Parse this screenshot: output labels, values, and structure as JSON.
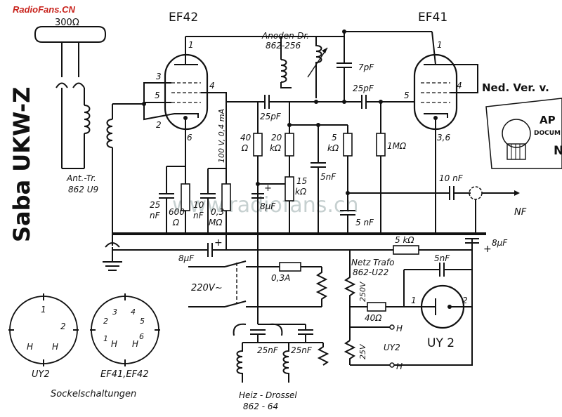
{
  "watermark": "RadioFans.CN",
  "ghost_watermark": "www.radiofans.cn",
  "title_vertical": "Saba UKW-Z",
  "tubes": {
    "ef42": "EF42",
    "ef41": "EF41",
    "uy2": "UY 2",
    "ef42_pins": {
      "p1": "1",
      "p3": "3",
      "p4": "4",
      "p5": "5",
      "p2": "2",
      "p6": "6"
    },
    "ef41_pins": {
      "p1": "1",
      "p4": "4",
      "p5": "5",
      "p36": "3,6"
    },
    "uy2_pins": {
      "p1": "1",
      "p2": "2"
    }
  },
  "antenna": {
    "ohm": "300Ω",
    "tr_name": "Ant.-Tr.",
    "tr_part": "862 U9"
  },
  "anode_choke": {
    "name": "Anoden-Dr.",
    "part": "862-256"
  },
  "ned_label": "Ned. Ver. v.",
  "stamp": {
    "l1": "AP",
    "l2": "DOCUM",
    "l3": "N"
  },
  "components": {
    "c_7pf": "7pF",
    "c_25pf_left": "25pF",
    "c_25pf_right": "25pF",
    "r_40": "40",
    "r_40_unit": "Ω",
    "r_20": "20",
    "r_20_unit": "kΩ",
    "r_5": "5",
    "r_5_unit": "kΩ",
    "r_1m": "1MΩ",
    "c_5nf_a": "5nF",
    "c_5nf_b": "5 nF",
    "r_15": "15",
    "r_15_unit": "kΩ",
    "c_8uf_mid_plus": "+",
    "c_8uf_mid": "8μF",
    "c_10nf": "10 nF",
    "nf": "NF",
    "volt_label": "100 V, 0,4 mA",
    "c_25nf_label": "25",
    "c_25nf_unit": "nF",
    "r_600": "600",
    "r_600_unit": "Ω",
    "c_10nf_grid": "10",
    "c_10nf_grid_unit": "nF",
    "r_03m": "0,3",
    "r_03m_unit": "MΩ",
    "c_8uf_low": "8μF",
    "c_8uf_low_plus": "+",
    "r_5k_bottom": "5 kΩ",
    "c_8uf_right": "8μF",
    "c_8uf_right_plus": "+",
    "c_5nf_right": "5nF",
    "fuse": "0,3A",
    "mains": "220V~",
    "transformer_name": "Netz Trafo",
    "transformer_part": "862-U22",
    "v250": "250V",
    "r_40ohm": "40Ω",
    "h1": "H",
    "h2": "H",
    "uy2_label": "UY2",
    "v25": "25V",
    "c_25nf_a": "25nF",
    "c_25nf_b": "25nF",
    "heiz_name": "Heiz - Drossel",
    "heiz_part": "862 - 64"
  },
  "sockets": {
    "uy2_label": "UY2",
    "uy2_pins": {
      "p1": "1",
      "p2": "2",
      "h1": "H",
      "h2": "H"
    },
    "ef_label": "EF41,EF42",
    "ef_pins": {
      "p2": "2",
      "p3": "3",
      "p4": "4",
      "p5": "5",
      "p1": "1",
      "p6": "6",
      "h1": "H",
      "h2": "H"
    },
    "caption": "Sockelschaltungen"
  }
}
